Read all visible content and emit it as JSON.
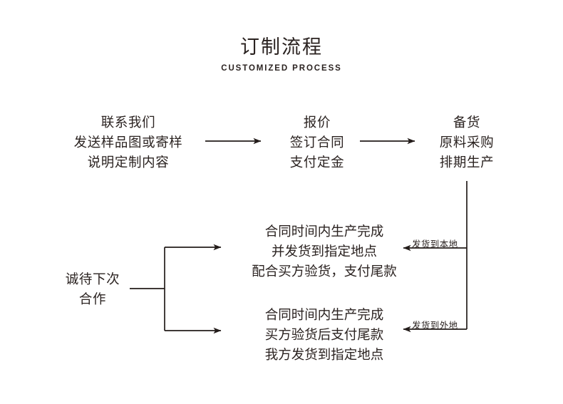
{
  "title": {
    "main": "订制流程",
    "sub": "CUSTOMIZED PROCESS"
  },
  "colors": {
    "ink": "#2b2321",
    "background": "#ffffff",
    "line": "#231c1a"
  },
  "flow": {
    "nodes": [
      {
        "id": "contact",
        "lines": [
          "联系我们",
          "发送样品图或寄样",
          "说明定制内容"
        ]
      },
      {
        "id": "quote",
        "lines": [
          "报价",
          "签订合同",
          "支付定金"
        ]
      },
      {
        "id": "stock",
        "lines": [
          "备货",
          "原料采购",
          "排期生产"
        ]
      },
      {
        "id": "local-delivery",
        "lines": [
          "合同时间内生产完成",
          "并发货到指定地点",
          "配合买方验货，支付尾款"
        ]
      },
      {
        "id": "remote-delivery",
        "lines": [
          "合同时间内生产完成",
          "买方验货后支付尾款",
          "我方发货到指定地点"
        ]
      },
      {
        "id": "future-cooperation",
        "lines": [
          "诚待下次",
          "合作"
        ]
      }
    ],
    "edge_labels": [
      {
        "id": "ship-local",
        "text": "发货到本地"
      },
      {
        "id": "ship-remote",
        "text": "发货到外地"
      }
    ]
  }
}
